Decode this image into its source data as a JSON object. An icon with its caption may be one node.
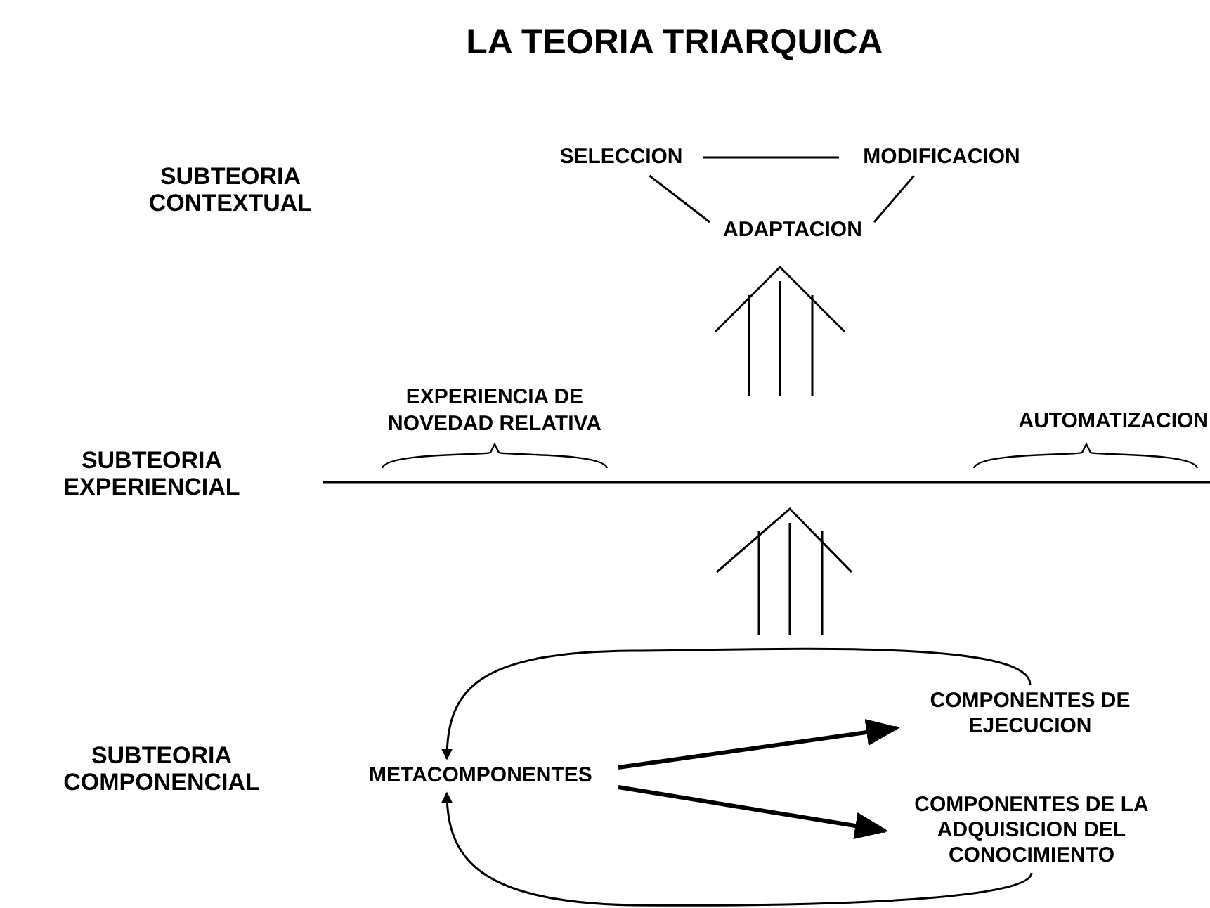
{
  "diagram": {
    "title": "LA TEORIA TRIARQUICA",
    "nodes": [
      {
        "text": [
          "SELECCION"
        ]
      },
      {
        "text": [
          "MODIFICACION"
        ]
      },
      {
        "text": [
          "ADAPTACION"
        ]
      },
      {
        "text": [
          "METACOMPONENTES"
        ]
      },
      {
        "text": [
          "COMPONENTES DE EJECUCION"
        ]
      },
      {
        "text": [
          "COMPONENTES DE LA ADQUISICION DEL CONOCIMIENTO"
        ]
      }
    ],
    "edges": [
      {
        "from": 0,
        "to": 1,
        "arrow": "none"
      },
      {
        "from": 0,
        "to": 2,
        "arrow": "none"
      },
      {
        "from": 1,
        "to": 2,
        "arrow": "none"
      },
      {
        "from": 3,
        "to": 4,
        "arrow": "to",
        "style": "thick"
      },
      {
        "from": 3,
        "to": 5,
        "arrow": "to",
        "style": "thick"
      },
      {
        "from": 4,
        "to": 3,
        "arrow": "to"
      },
      {
        "from": 5,
        "to": 3,
        "arrow": "to"
      }
    ],
    "labels": [
      "SUBTEORIA CONTEXTUAL",
      "EXPERIENCIA DE NOVEDAD RELATIVA",
      "AUTOMATIZACION",
      "SUBTEORIA EXPERIENCIAL",
      "SUBTEORIA COMPONENCIAL"
    ]
  }
}
